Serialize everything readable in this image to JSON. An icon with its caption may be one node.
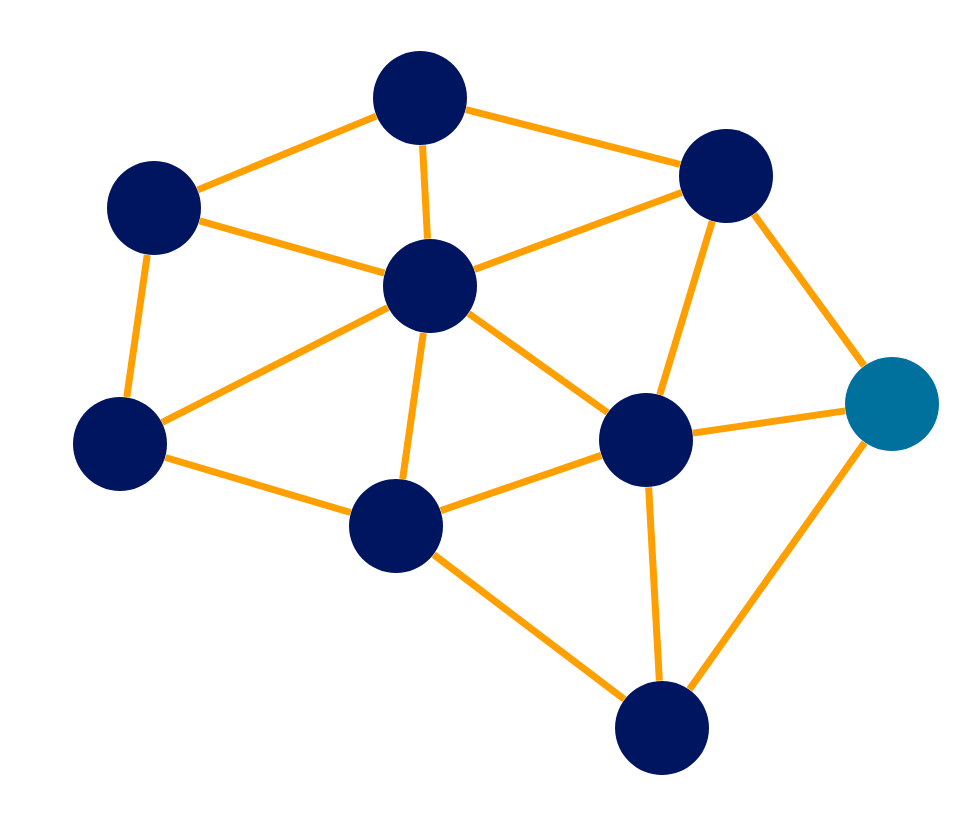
{
  "diagram": {
    "nodes": [
      {
        "text": [],
        "shape": "circle"
      },
      {
        "text": [],
        "shape": "circle"
      },
      {
        "text": [],
        "shape": "circle"
      },
      {
        "text": [],
        "shape": "circle"
      },
      {
        "text": [],
        "shape": "circle"
      },
      {
        "text": [],
        "shape": "circle"
      },
      {
        "text": [],
        "shape": "circle"
      },
      {
        "text": [],
        "shape": "circle"
      },
      {
        "text": [],
        "shape": "circle"
      }
    ],
    "edges": [
      {
        "from": 0,
        "to": 2,
        "arrow": "none"
      },
      {
        "from": 0,
        "to": 3,
        "arrow": "none"
      },
      {
        "from": 0,
        "to": 1,
        "arrow": "none"
      },
      {
        "from": 2,
        "to": 3,
        "arrow": "none"
      },
      {
        "from": 2,
        "to": 6,
        "arrow": "none"
      },
      {
        "from": 3,
        "to": 1,
        "arrow": "none"
      },
      {
        "from": 3,
        "to": 6,
        "arrow": "none"
      },
      {
        "from": 3,
        "to": 7,
        "arrow": "none"
      },
      {
        "from": 3,
        "to": 5,
        "arrow": "none"
      },
      {
        "from": 1,
        "to": 5,
        "arrow": "none"
      },
      {
        "from": 1,
        "to": 4,
        "arrow": "none"
      },
      {
        "from": 6,
        "to": 7,
        "arrow": "none"
      },
      {
        "from": 7,
        "to": 5,
        "arrow": "none"
      },
      {
        "from": 5,
        "to": 4,
        "arrow": "none"
      },
      {
        "from": 5,
        "to": 8,
        "arrow": "none"
      },
      {
        "from": 7,
        "to": 8,
        "arrow": "none"
      },
      {
        "from": 4,
        "to": 8,
        "arrow": "none"
      }
    ]
  }
}
